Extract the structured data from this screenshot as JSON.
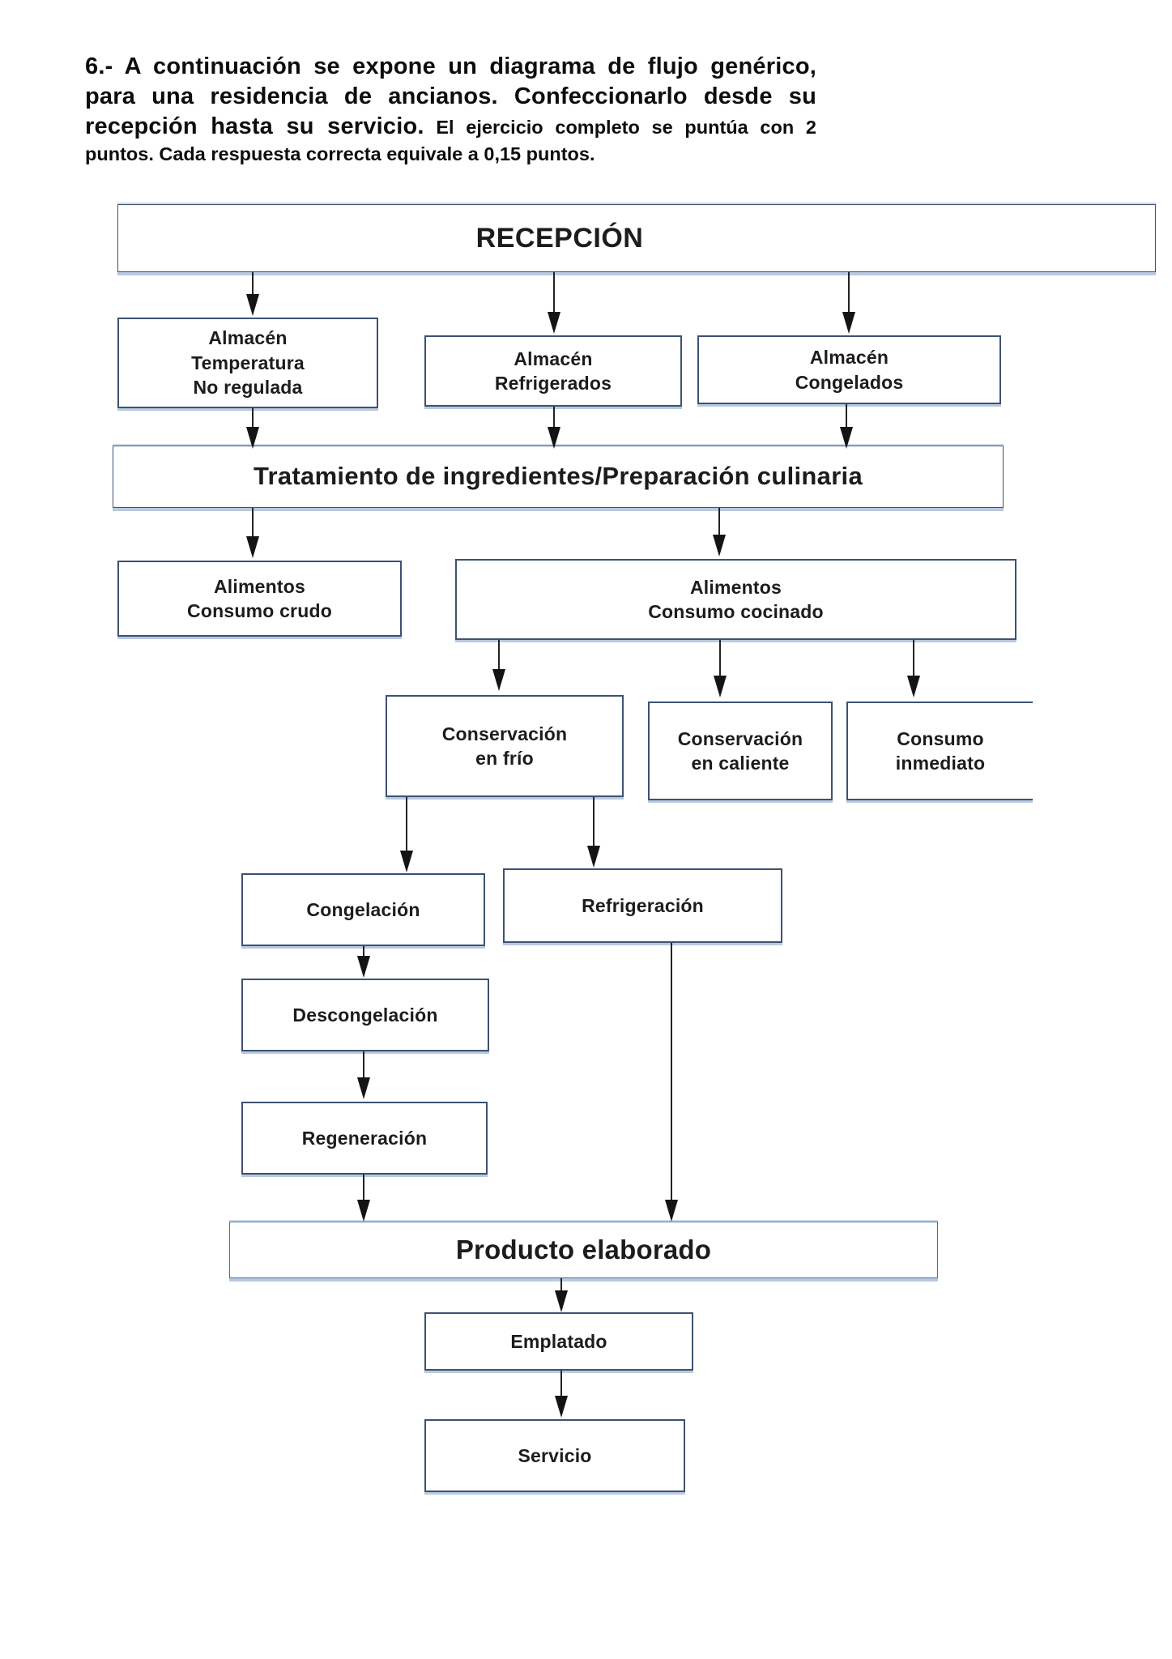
{
  "page": {
    "title_bold": "6.- A continuación se expone un diagrama de flujo genérico, para una residencia de ancianos. Confeccionarlo desde su recepción hasta su servicio.",
    "title_note": " El ejercicio completo se puntúa con 2 puntos. Cada respuesta correcta equivale a 0,15 puntos."
  },
  "diagram": {
    "nodes": {
      "recepcion": {
        "lines": [
          "RECEPCIÓN"
        ]
      },
      "almacen_temperatura": {
        "lines": [
          "Almacén",
          "Temperatura",
          "No regulada"
        ]
      },
      "almacen_refrigerados": {
        "lines": [
          "Almacén",
          "Refrigerados"
        ]
      },
      "almacen_congelados": {
        "lines": [
          "Almacén",
          "Congelados"
        ]
      },
      "tratamiento": {
        "lines": [
          "Tratamiento de ingredientes/Preparación culinaria"
        ]
      },
      "alimentos_crudo": {
        "lines": [
          "Alimentos",
          "Consumo crudo"
        ]
      },
      "alimentos_cocinado": {
        "lines": [
          "Alimentos",
          "Consumo cocinado"
        ]
      },
      "conservacion_frio": {
        "lines": [
          "Conservación",
          "en frío"
        ]
      },
      "conservacion_caliente": {
        "lines": [
          "Conservación",
          "en caliente"
        ]
      },
      "consumo_inmediato": {
        "lines": [
          "Consumo",
          "inmediato"
        ]
      },
      "congelacion": {
        "lines": [
          "Congelación"
        ]
      },
      "refrigeracion": {
        "lines": [
          "Refrigeración"
        ]
      },
      "descongelacion": {
        "lines": [
          "Descongelación"
        ]
      },
      "regeneracion": {
        "lines": [
          "Regeneración"
        ]
      },
      "producto_elaborado": {
        "lines": [
          "Producto elaborado"
        ]
      },
      "emplatado": {
        "lines": [
          "Emplatado"
        ]
      },
      "servicio": {
        "lines": [
          "Servicio"
        ]
      }
    },
    "colors": {
      "box_border": "#3c5270",
      "box_shadow_edge": "#b9c9e0",
      "producto_border": "#4273a3",
      "arrow": "#1a1a1a",
      "text": "#1c1c1c"
    }
  }
}
